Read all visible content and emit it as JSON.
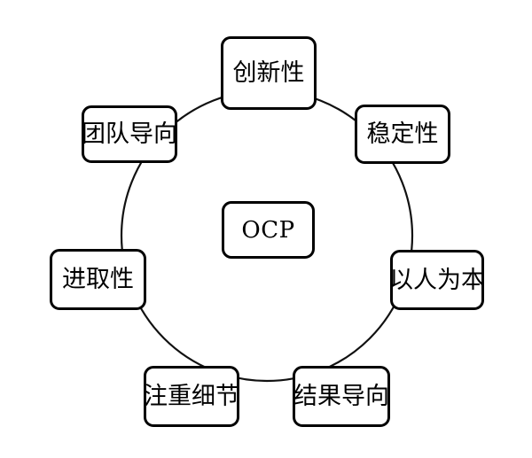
{
  "diagram": {
    "title": "OCP",
    "type": "ring",
    "center": {
      "id": "ocp",
      "label": "OCP"
    },
    "nodes": [
      {
        "id": "innovation",
        "label": "创新性",
        "position": "top",
        "angle_deg": 90
      },
      {
        "id": "stability",
        "label": "稳定性",
        "position": "top-right",
        "angle_deg": 45
      },
      {
        "id": "people",
        "label": "以人为本",
        "position": "right",
        "angle_deg": 0
      },
      {
        "id": "results",
        "label": "结果导向",
        "position": "bottom-right",
        "angle_deg": 315
      },
      {
        "id": "detail",
        "label": "注重细节",
        "position": "bottom-left",
        "angle_deg": 225
      },
      {
        "id": "aggressive",
        "label": "进取性",
        "position": "left",
        "angle_deg": 180
      },
      {
        "id": "team",
        "label": "团队导向",
        "position": "top-left",
        "angle_deg": 135
      }
    ],
    "colors": {
      "background": "#ffffff",
      "node_fill": "#ffffff",
      "node_border": "#000000",
      "text": "#000000",
      "ring_stroke": "#000000"
    }
  }
}
